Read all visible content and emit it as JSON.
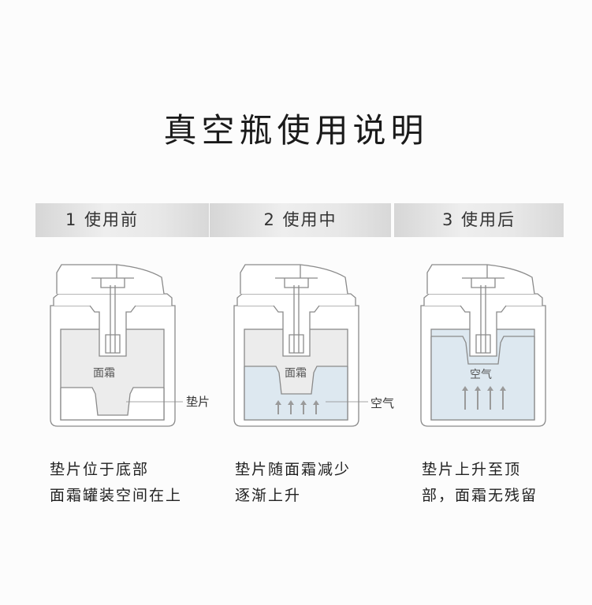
{
  "title": "真空瓶使用说明",
  "steps": [
    {
      "label": "1 使用前",
      "inner_label": "面霜",
      "pointer_label": "垫片",
      "desc": [
        "垫片位于底部",
        "面霜罐装空间在上"
      ]
    },
    {
      "label": "2 使用中",
      "inner_label": "面霜",
      "pointer_label": "空气",
      "desc": [
        "垫片随面霜减少",
        "逐渐上升"
      ]
    },
    {
      "label": "3 使用后",
      "inner_label": "空气",
      "desc": [
        "垫片上升至顶",
        "部，面霜无残留"
      ]
    }
  ],
  "colors": {
    "cream": "#ececec",
    "air": "#dde8f0",
    "outline": "#8a8a8a",
    "arrow": "#9a9a9a"
  }
}
